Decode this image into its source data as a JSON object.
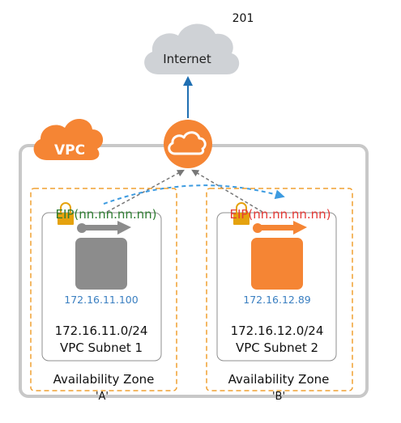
{
  "page_number": "201",
  "internet": {
    "label": "Internet"
  },
  "vpc": {
    "label": "VPC"
  },
  "zones": [
    {
      "eip": "EIP(nn.nn.nn.nn)",
      "eip_color": "#2e7d32",
      "instance_ip": "172.16.11.100",
      "subnet_cidr": "172.16.11.0/24",
      "subnet_name": "VPC Subnet 1",
      "zone_label": "Availability Zone",
      "zone_id": "'A'",
      "instance_color": "#8c8c8c",
      "arrow_color": "#8c8c8c"
    },
    {
      "eip": "EIP(nn.nn.nn.nn)",
      "eip_color": "#e53935",
      "instance_ip": "172.16.12.89",
      "subnet_cidr": "172.16.12.0/24",
      "subnet_name": "VPC Subnet 2",
      "zone_label": "Availability Zone",
      "zone_id": "'B'",
      "instance_color": "#f58534",
      "arrow_color": "#f58534"
    }
  ],
  "colors": {
    "accent_orange": "#f58534",
    "cloud_gray": "#cfd2d6",
    "link_blue": "#1f6fb2",
    "dashed_blue": "#3d9be0",
    "ip_blue": "#3a7fc1",
    "vpc_border": "#c8c8c8",
    "zone_border": "#f0a030"
  }
}
